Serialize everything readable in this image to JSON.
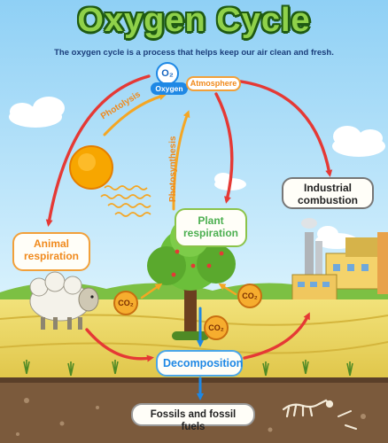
{
  "title": "Oxygen Cycle",
  "subtitle": "The oxygen cycle is a process that helps keep our air clean and fresh.",
  "nodes": {
    "o2_symbol": "O₂",
    "oxygen_tag": "Oxygen",
    "atmosphere": "Atmosphere",
    "industrial": "Industrial combustion",
    "animal": "Animal respiration",
    "plant": "Plant respiration",
    "decomposition": "Decomposition",
    "fossils": "Fossils and fossil fuels"
  },
  "process_labels": {
    "photolysis": "Photolysis",
    "photosynthesis": "Photosynthesis"
  },
  "co2_symbol": "CO₂",
  "colors": {
    "sky": "#bfe6fb",
    "red_arrow": "#e53935",
    "orange_arrow": "#f5a623",
    "blue_arrow": "#1e88e5",
    "title_green": "#8fd14a",
    "sun": "#f7a600"
  },
  "icons": [
    "sun-icon",
    "tree-icon",
    "sheep-icon",
    "factory-icon",
    "cloud-icon",
    "skeleton-icon"
  ]
}
